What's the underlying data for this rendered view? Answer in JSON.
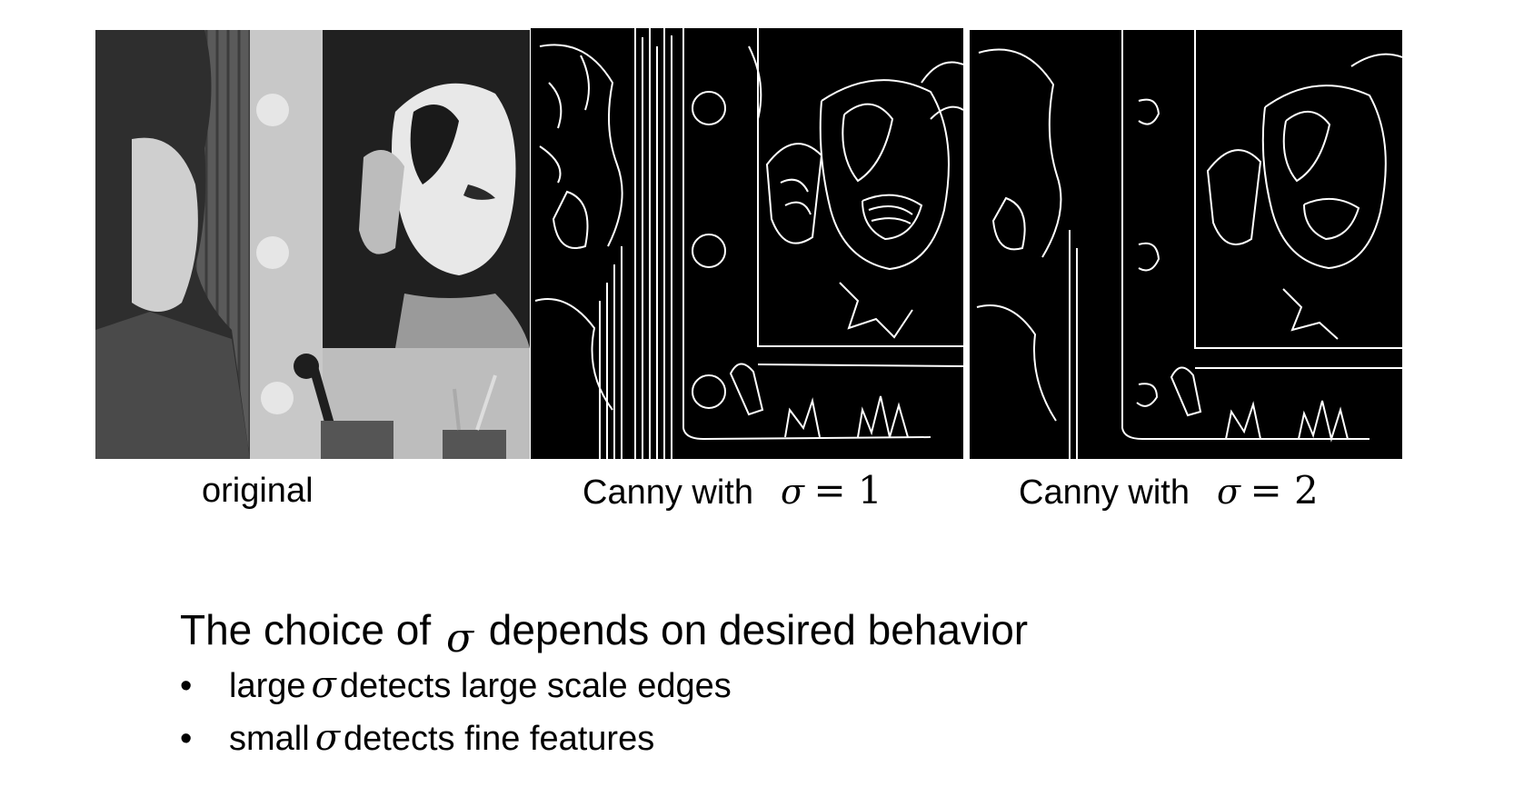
{
  "panels": {
    "original": {
      "caption": "original"
    },
    "canny1": {
      "caption_text": "Canny with",
      "caption_symbol": "σ",
      "caption_rest": "= 1"
    },
    "canny2": {
      "caption_text": "Canny with",
      "caption_symbol": "σ",
      "caption_rest": "= 2"
    }
  },
  "heading": {
    "before": "The choice of",
    "symbol": "σ",
    "after": "depends on desired behavior"
  },
  "bullets": [
    {
      "marker": "•",
      "before": "large",
      "symbol": "σ",
      "after": "detects large scale edges"
    },
    {
      "marker": "•",
      "before": "small",
      "symbol": "σ",
      "after": "detects fine features"
    }
  ]
}
